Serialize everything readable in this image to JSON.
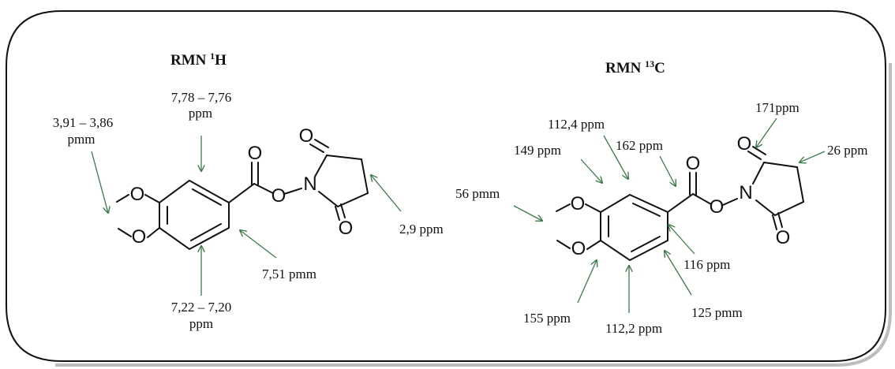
{
  "colors": {
    "arrow": "#3d7a4a",
    "frame": "#111111",
    "frame_shadow": "#bdbdbd"
  },
  "panel_h1": {
    "title_main": "RMN ",
    "title_sup": "1",
    "title_tail": "H",
    "atoms": {
      "o_top": "O",
      "o_bottom": "O",
      "o_carbonyl": "O",
      "o_link": "O",
      "n": "N",
      "o_ring_top": "O",
      "o_ring_bottom": "O"
    },
    "labels": {
      "methoxy_line1": "3,91 – 3,86",
      "methoxy_line2": "pmm",
      "h_top_line1": "7,78 – 7,76",
      "h_top_line2": "ppm",
      "h_right": "7,51 pmm",
      "h_bottom_line1": "7,22 – 7,20",
      "h_bottom_line2": "ppm",
      "ch2": "2,9 ppm"
    }
  },
  "panel_c13": {
    "title_main": "RMN ",
    "title_sup": "13",
    "title_tail": "C",
    "atoms": {
      "o_top": "O",
      "o_bottom": "O",
      "o_carbonyl": "O",
      "o_link": "O",
      "n": "N",
      "o_ring_top": "O",
      "o_ring_bottom": "O"
    },
    "labels": {
      "c_112_4": "112,4 ppm",
      "c_149": "149 ppm",
      "c_162": "162 ppm",
      "c_171": "171ppm",
      "c_26": "26 ppm",
      "c_56": "56 pmm",
      "c_116": "116 ppm",
      "c_125": "125 pmm",
      "c_155": "155 ppm",
      "c_112_2": "112,2 ppm"
    }
  }
}
